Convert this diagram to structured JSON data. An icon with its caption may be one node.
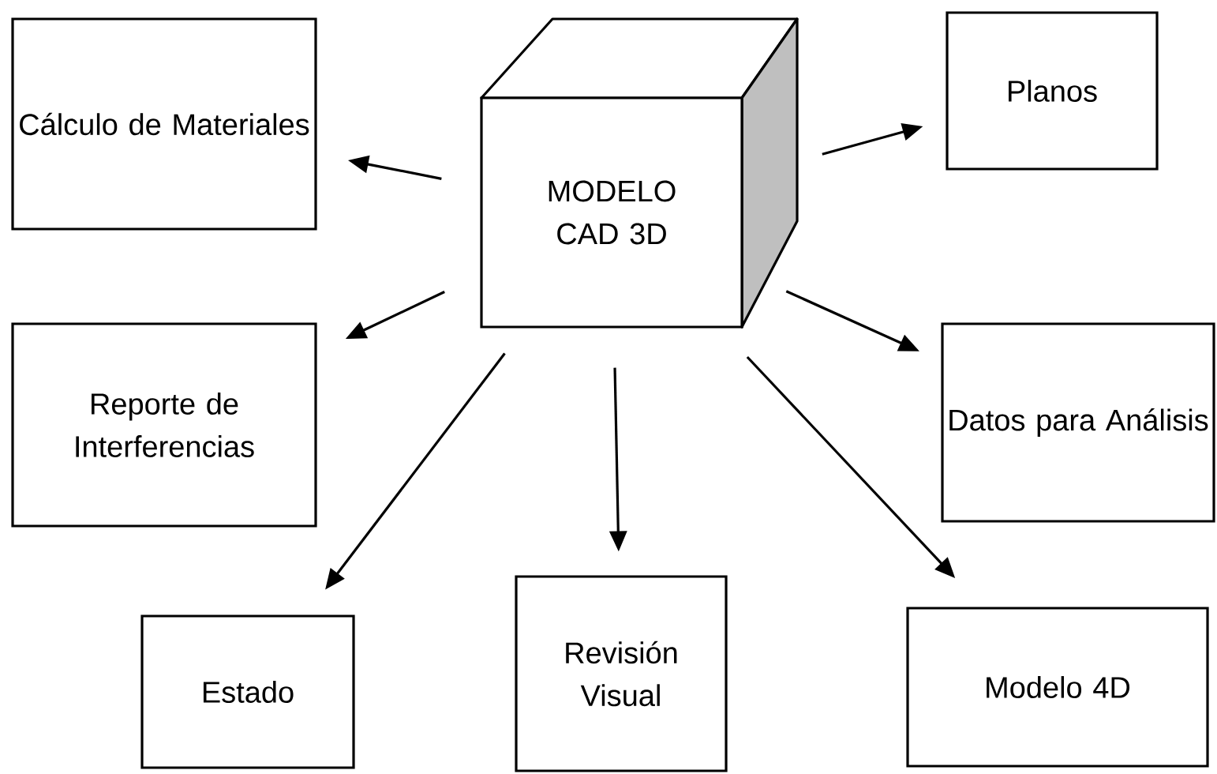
{
  "diagram": {
    "nodes": [
      {
        "text": [
          "MODELO CAD 3D"
        ]
      },
      {
        "text": [
          "Cálculo de Materiales"
        ]
      },
      {
        "text": [
          "Planos"
        ]
      },
      {
        "text": [
          "Reporte de Interferencias"
        ]
      },
      {
        "text": [
          "Datos para Análisis"
        ]
      },
      {
        "text": [
          "Estado"
        ]
      },
      {
        "text": [
          "Revisión Visual"
        ]
      },
      {
        "text": [
          "Modelo 4D"
        ]
      }
    ],
    "edges": [
      {
        "from": 0,
        "to": 1,
        "arrow": "to"
      },
      {
        "from": 0,
        "to": 2,
        "arrow": "to"
      },
      {
        "from": 0,
        "to": 3,
        "arrow": "to"
      },
      {
        "from": 0,
        "to": 4,
        "arrow": "to"
      },
      {
        "from": 0,
        "to": 5,
        "arrow": "to"
      },
      {
        "from": 0,
        "to": 6,
        "arrow": "to"
      },
      {
        "from": 0,
        "to": 7,
        "arrow": "to"
      }
    ]
  }
}
